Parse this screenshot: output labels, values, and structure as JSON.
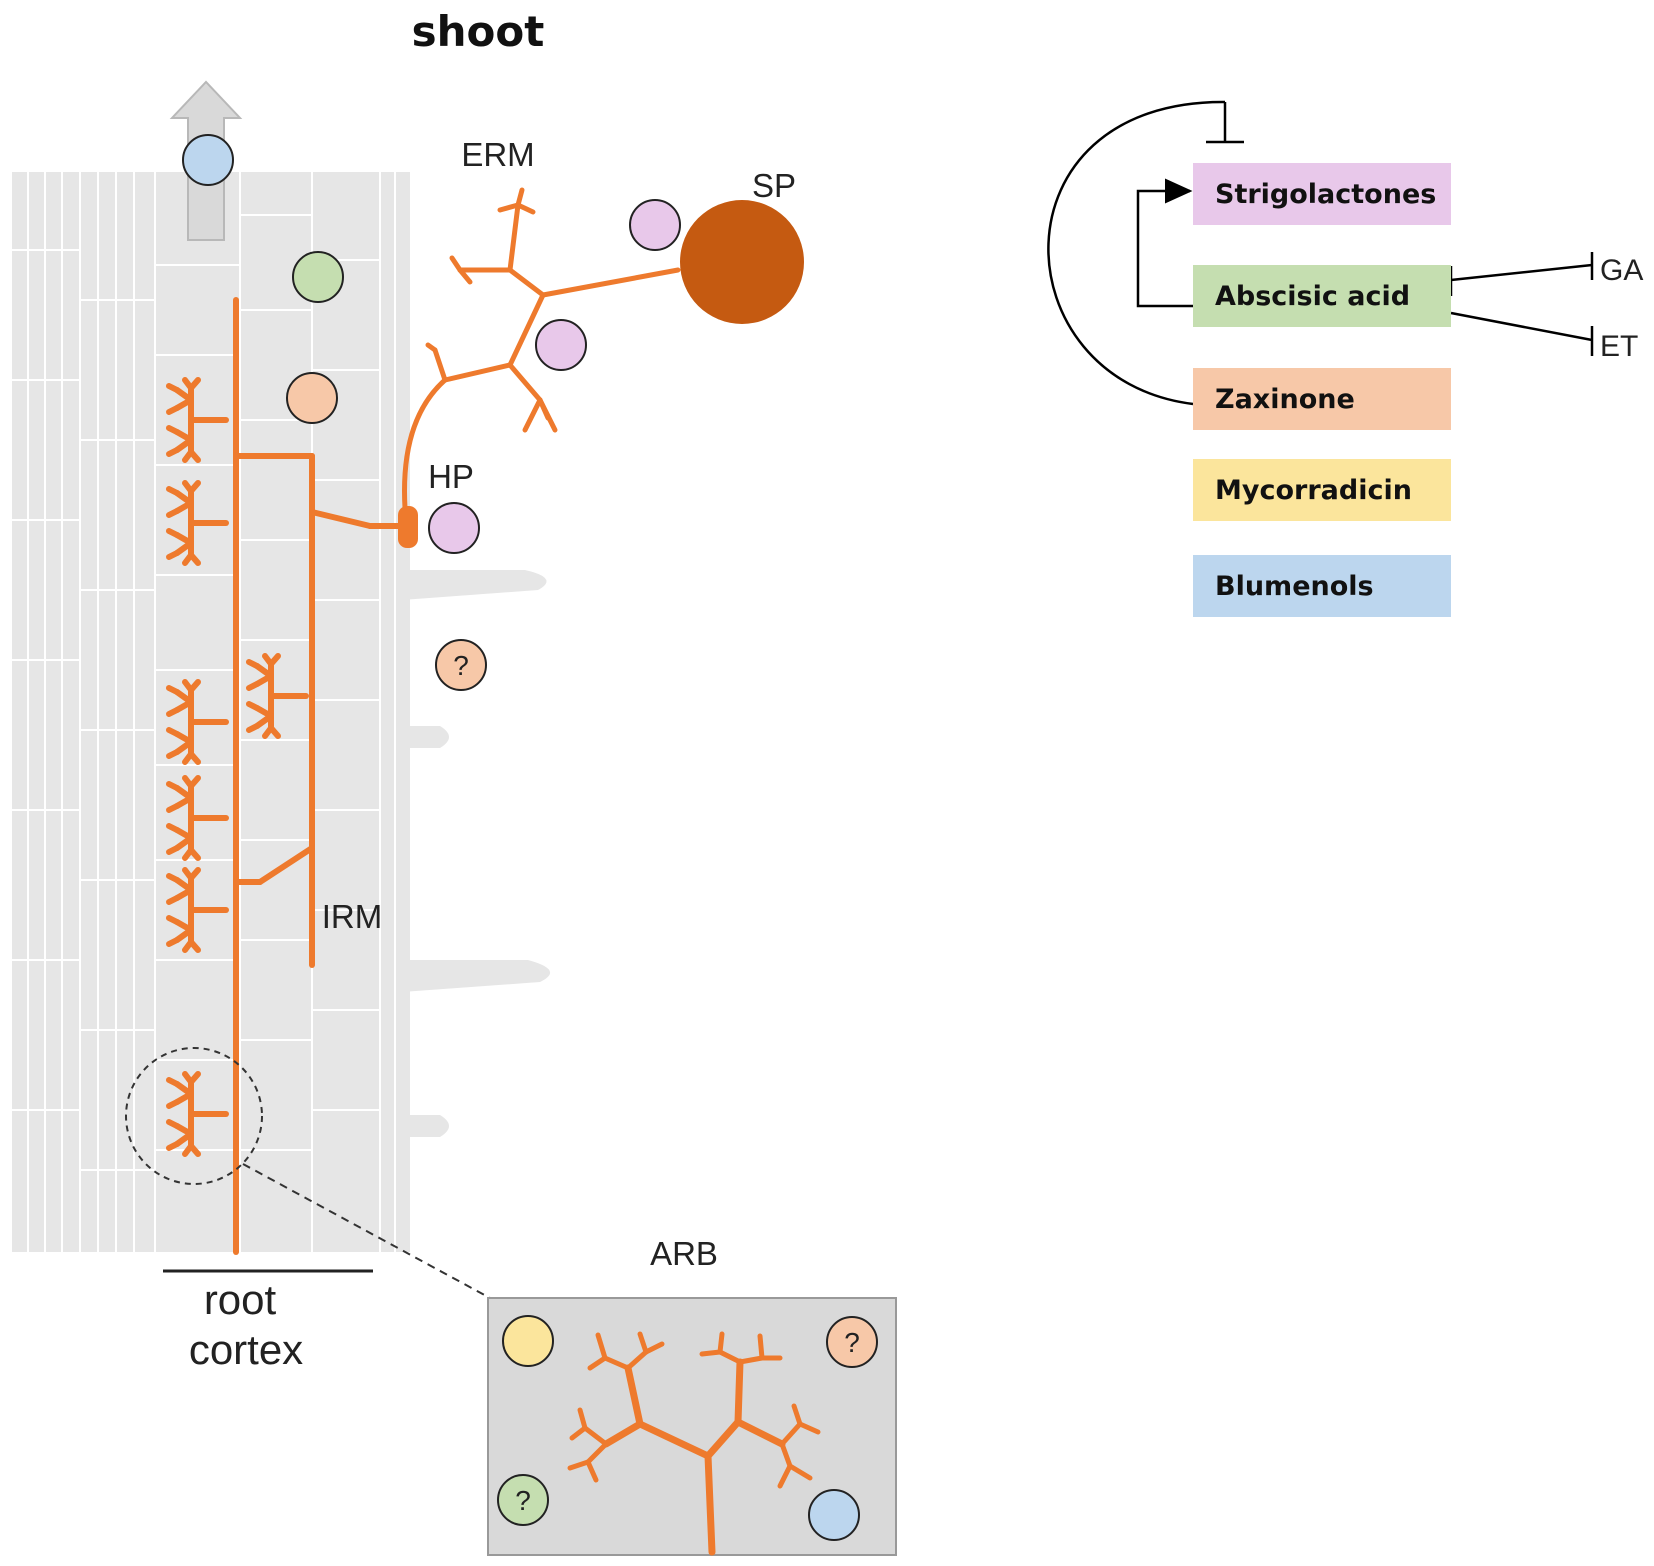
{
  "labels": {
    "shoot": "shoot",
    "erm": "ERM",
    "sp": "SP",
    "hp": "HP",
    "irm": "IRM",
    "root": "root",
    "cortex": "cortex",
    "arb": "ARB",
    "unknown": "?"
  },
  "legend": {
    "items": [
      {
        "label": "Strigolactones",
        "color": "#e8c8ea"
      },
      {
        "label": "Abscisic acid",
        "color": "#c5deb0"
      },
      {
        "label": "Zaxinone",
        "color": "#f7c8a8"
      },
      {
        "label": "Mycorradicin",
        "color": "#fbe59c"
      },
      {
        "label": "Blumenols",
        "color": "#bcd6ee"
      }
    ],
    "ga": "GA",
    "et": "ET"
  },
  "colors": {
    "hyphae": "#ee7a2d",
    "spore": "#c55a11",
    "root_tissue": "#e6e6e6",
    "arb_panel": "#d9d9d9",
    "strigolactones": "#e8c8ea",
    "abscisic_acid": "#c5deb0",
    "zaxinone": "#f7c8a8",
    "mycorradicin": "#fbe59c",
    "blumenols": "#bcd6ee"
  }
}
